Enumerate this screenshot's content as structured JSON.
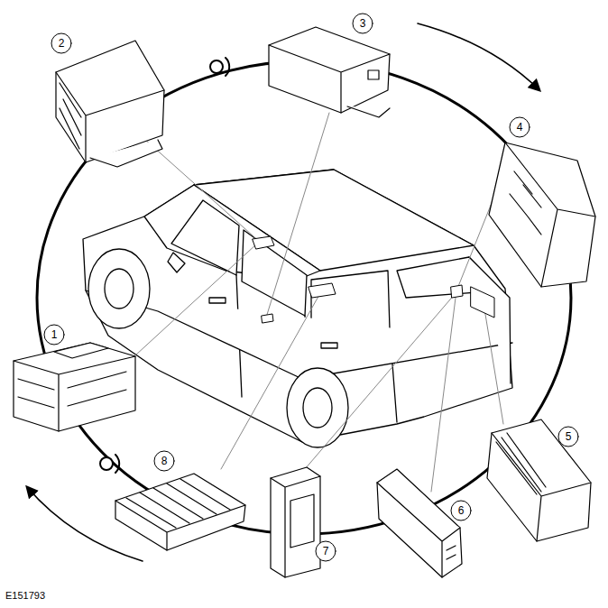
{
  "diagram": {
    "labels": [
      "2",
      "3",
      "4",
      "1",
      "5",
      "8",
      "7",
      "6",
      "E151793"
    ]
  }
}
